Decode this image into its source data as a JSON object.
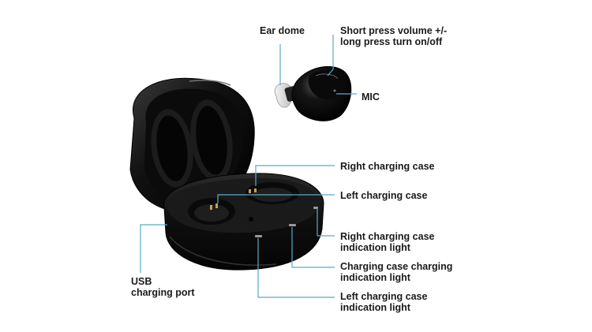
{
  "labels": {
    "ear_dome": "Ear dome",
    "button_line1": "Short press volume +/-",
    "button_line2": "long press turn on/off",
    "mic": "MIC",
    "right_case": "Right charging case",
    "left_case": "Left charging case",
    "right_light_line1": "Right charging case",
    "right_light_line2": "indication light",
    "case_light_line1": "Charging case charging",
    "case_light_line2": "indication light",
    "left_light_line1": "Left charging case",
    "left_light_line2": "indication light",
    "usb_line1": "USB",
    "usb_line2": "charging port"
  },
  "colors": {
    "leader": "#5aa9c9",
    "case": "#111111",
    "text": "#1a1a1a"
  }
}
